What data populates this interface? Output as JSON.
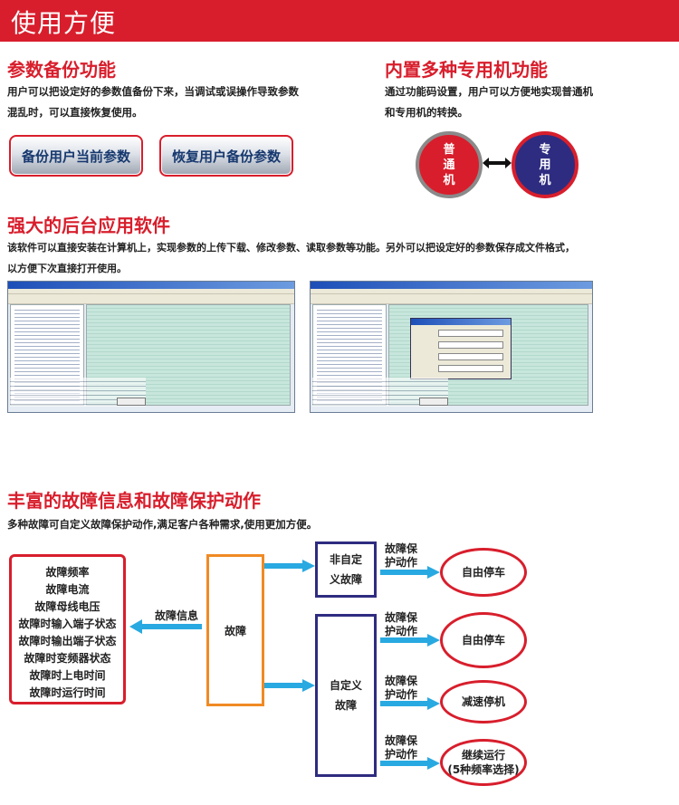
{
  "header": {
    "title": "使用方便"
  },
  "backup": {
    "title": "参数备份功能",
    "desc_line1": "用户可以把设定好的参数值备份下来，当调试或误操作导致参数",
    "desc_line2": "混乱时，可以直接恢复使用。",
    "button_backup": "备份用户当前参数",
    "button_restore": "恢复用户备份参数"
  },
  "special": {
    "title": "内置多种专用机功能",
    "desc_line1": "通过功能码设置，用户可以方便地实现普通机",
    "desc_line2": "和专用机的转换。",
    "circle_left": [
      "普",
      "通",
      "机"
    ],
    "circle_right": [
      "专",
      "用",
      "机"
    ],
    "colors": {
      "left_fill": "#d81e2c",
      "left_border": "#8a8a8a",
      "right_fill": "#2e2c80",
      "right_border": "#d81e2c"
    }
  },
  "software": {
    "title": "强大的后台应用软件",
    "desc_line1": "该软件可以直接安装在计算机上，实现参数的上传下载、修改参数、读取参数等功能。另外可以把设定好的参数保存成文件格式，",
    "desc_line2": "以方便下次直接打开使用。"
  },
  "fault": {
    "title": "丰富的故障信息和故障保护动作",
    "desc": "多种故障可自定义故障保护动作,满足客户各种需求,使用更加方便。",
    "info_items": [
      "故障频率",
      "故障电流",
      "故障母线电压",
      "故障时输入端子状态",
      "故障时输出端子状态",
      "故障时变频器状态",
      "故障时上电时间",
      "故障时运行时间"
    ],
    "info_label": "故障信息",
    "center_box": "故障",
    "non_custom": [
      "非自定",
      "义故障"
    ],
    "custom": [
      "自定义",
      "故障"
    ],
    "action_label": [
      "故障保",
      "护动作"
    ],
    "results": {
      "r1": [
        "自由停车"
      ],
      "r2": [
        "自由停车"
      ],
      "r3": [
        "减速停机"
      ],
      "r4": [
        "继续运行",
        "(5种频率选择)"
      ]
    },
    "colors": {
      "accent": "#d81e2c",
      "arrow": "#29a9e1",
      "center_border": "#f08a24",
      "type_border": "#2e2c80"
    }
  }
}
